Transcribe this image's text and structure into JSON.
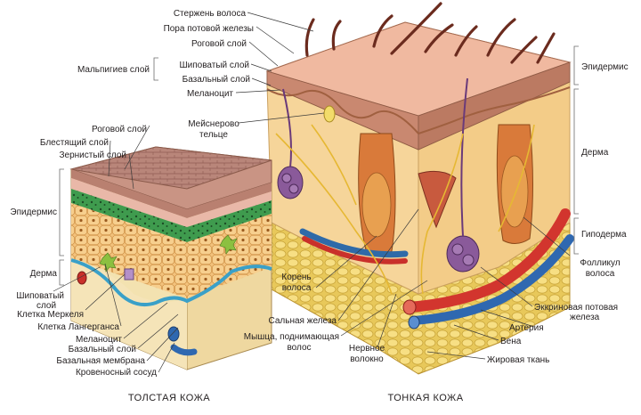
{
  "labels": {
    "hair_shaft": "Стержень волоса",
    "sweat_pore": "Пора потовой железы",
    "stratum_corneum": "Роговой слой",
    "malpighian_layer": "Мальпигиев слой",
    "stratum_spinosum": "Шиповатый слой",
    "stratum_basale": "Базальный слой",
    "melanocyte": "Меланоцит",
    "meissner_1": "Мейснерово",
    "meissner_2": "тельце",
    "epidermis_right": "Эпидермис",
    "dermis_right": "Дерма",
    "hypodermis_right": "Гиподерма",
    "thick_corneum": "Роговой слой",
    "thick_lucidum": "Блестящий слой",
    "thick_granulosum": "Зернистый слой",
    "thick_epidermis": "Эпидермис",
    "thick_dermis": "Дерма",
    "spinous_1": "Шиповатый",
    "spinous_2": "слой",
    "merkel_cell": "Клетка Меркеля",
    "langerhans_cell": "Клетка Лангерганса",
    "thick_melanocyte": "Меланоцит",
    "thick_basale": "Базальный слой",
    "basement_membrane": "Базальная мембрана",
    "blood_vessel": "Кровеносный сосуд",
    "hair_root_1": "Корень",
    "hair_root_2": "волоса",
    "sebaceous_gland": "Сальная железа",
    "arrector_1": "Мышца, поднимающая",
    "arrector_2": "волос",
    "nerve_1": "Нервное",
    "nerve_2": "волокно",
    "follicle_1": "Фолликул",
    "follicle_2": "волоса",
    "eccrine_1": "Эккриновая потовая",
    "eccrine_2": "железа",
    "artery": "Артерия",
    "vein": "Вена",
    "adipose": "Жировая ткань"
  },
  "captions": {
    "thick_skin": "ТОЛСТАЯ КОЖА",
    "thin_skin": "ТОНКАЯ КОЖА"
  }
}
